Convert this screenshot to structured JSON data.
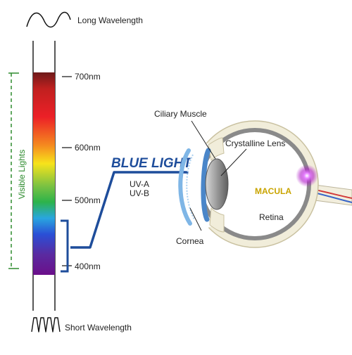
{
  "labels": {
    "long_wavelength": "Long Wavelength",
    "short_wavelength": "Short Wavelength",
    "visible_lights": "Visible Lights",
    "blue_light": "BLUE LIGHT",
    "uva": "UV-A",
    "uvb": "UV-B",
    "ciliary_muscle": "Ciliary Muscle",
    "crystalline_lens": "Crystalline Lens",
    "macula": "MACULA",
    "retina": "Retina",
    "cornea": "Cornea"
  },
  "scale_ticks": [
    "700nm",
    "600nm",
    "500nm",
    "400nm"
  ],
  "colors": {
    "blue_light": "#1e4d9b",
    "macula": "#c9a400",
    "visible_bracket": "#2e8b2e",
    "uv_ray": "#6a1b9a"
  }
}
